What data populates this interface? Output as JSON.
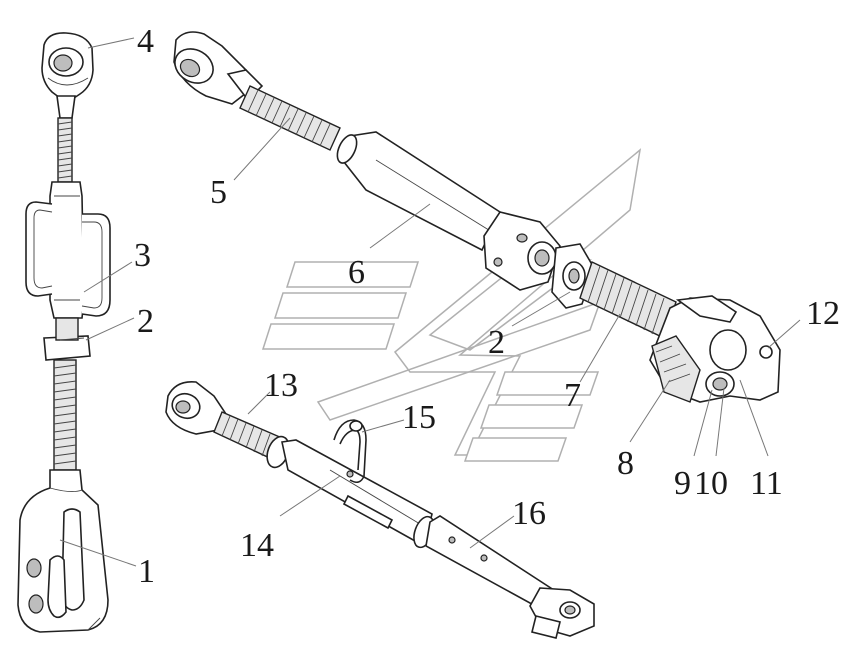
{
  "callouts": [
    {
      "id": "1",
      "text": "1"
    },
    {
      "id": "2a",
      "text": "2"
    },
    {
      "id": "3",
      "text": "3"
    },
    {
      "id": "4",
      "text": "4"
    },
    {
      "id": "5",
      "text": "5"
    },
    {
      "id": "6",
      "text": "6"
    },
    {
      "id": "2b",
      "text": "2"
    },
    {
      "id": "7",
      "text": "7"
    },
    {
      "id": "8",
      "text": "8"
    },
    {
      "id": "9",
      "text": "9"
    },
    {
      "id": "10",
      "text": "10"
    },
    {
      "id": "11",
      "text": "11"
    },
    {
      "id": "12",
      "text": "12"
    },
    {
      "id": "13",
      "text": "13"
    },
    {
      "id": "14",
      "text": "14"
    },
    {
      "id": "15",
      "text": "15"
    },
    {
      "id": "16",
      "text": "16"
    }
  ],
  "colors": {
    "line": "#222222",
    "watermark": "#b0b0b0",
    "background": "#ffffff"
  }
}
